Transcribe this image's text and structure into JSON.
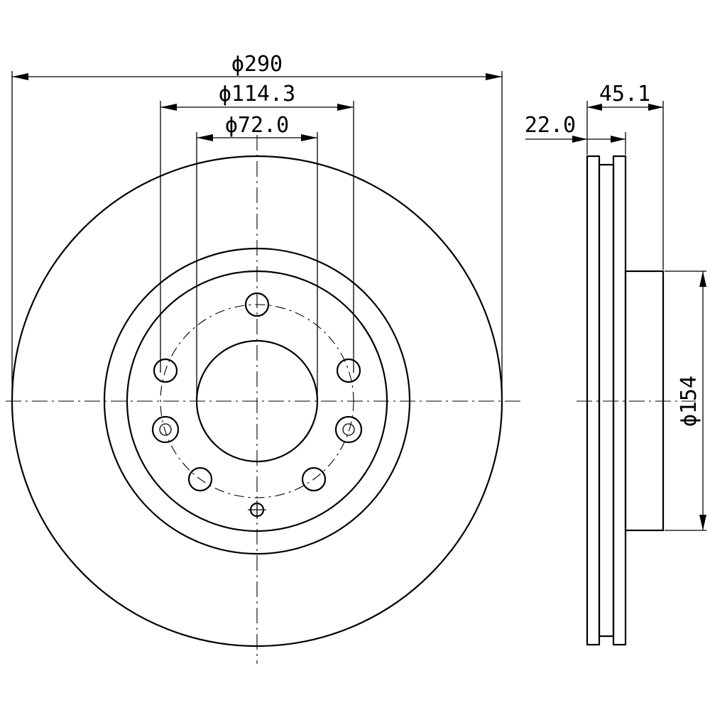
{
  "dimensions": {
    "outer_diameter": "ϕ290",
    "bolt_circle": "ϕ114.3",
    "center_bore": "ϕ72.0",
    "overall_height": "45.1",
    "disc_thickness": "22.0",
    "hat_diameter": "ϕ154"
  },
  "colors": {
    "line": "#000000",
    "background": "#ffffff"
  }
}
